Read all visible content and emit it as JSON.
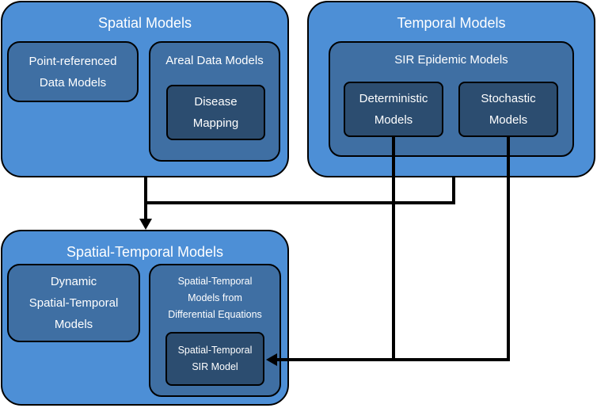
{
  "spatial": {
    "title": "Spatial Models",
    "point_ref": "Point-referenced\nData Models",
    "areal": "Areal Data Models",
    "disease": "Disease\nMapping"
  },
  "temporal": {
    "title": "Temporal Models",
    "sir": "SIR Epidemic Models",
    "deterministic": "Deterministic\nModels",
    "stochastic": "Stochastic\nModels"
  },
  "spatial_temporal": {
    "title": "Spatial-Temporal Models",
    "dynamic": "Dynamic\nSpatial-Temporal\nModels",
    "diff_eq": "Spatial-Temporal\nModels from\nDifferential Equations",
    "sir_model": "Spatial-Temporal\nSIR Model"
  },
  "colors": {
    "outer": "#4d8fd6",
    "middle": "#3f6fa3",
    "inner": "#2c4d70",
    "stroke": "#000000"
  }
}
